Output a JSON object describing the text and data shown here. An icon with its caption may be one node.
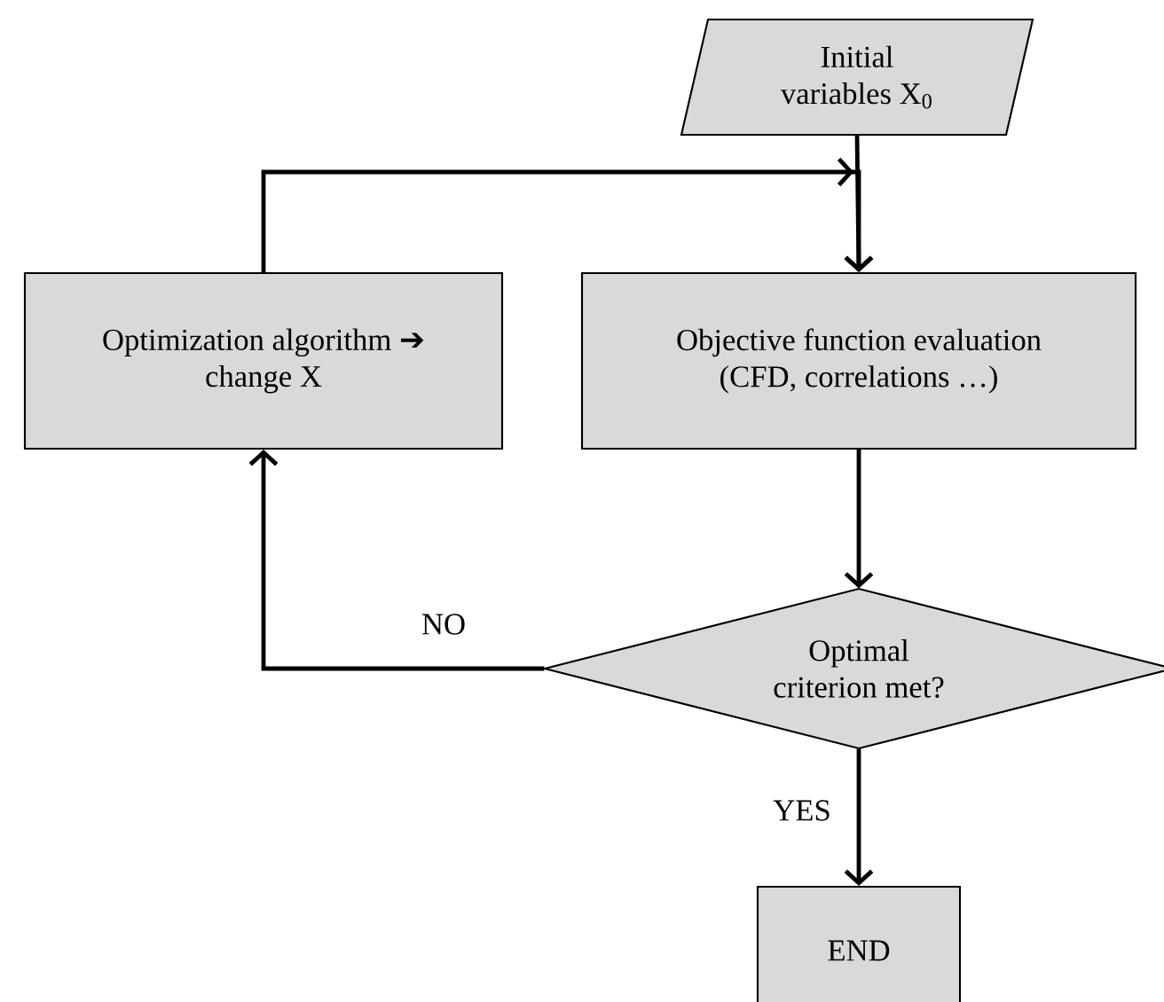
{
  "diagram": {
    "nodes": [
      {
        "text": [
          "Initial variables X$_{0}$"
        ]
      },
      {
        "text": [
          "Optimization algorithm ➔ change X"
        ]
      },
      {
        "text": [
          "Objective function evaluation (CFD, correlations …)"
        ]
      },
      {
        "text": [
          "Optimal criterion met?"
        ]
      },
      {
        "text": [
          "END"
        ]
      }
    ],
    "edges": [
      {
        "from": 0,
        "to": 2,
        "arrow": "to"
      },
      {
        "from": 1,
        "to": 2,
        "arrow": "to"
      },
      {
        "from": 2,
        "to": 3,
        "arrow": "to"
      },
      {
        "from": 3,
        "to": 1,
        "arrow": "to",
        "label": "NO"
      },
      {
        "from": 3,
        "to": 4,
        "arrow": "to",
        "label": "YES"
      }
    ]
  }
}
